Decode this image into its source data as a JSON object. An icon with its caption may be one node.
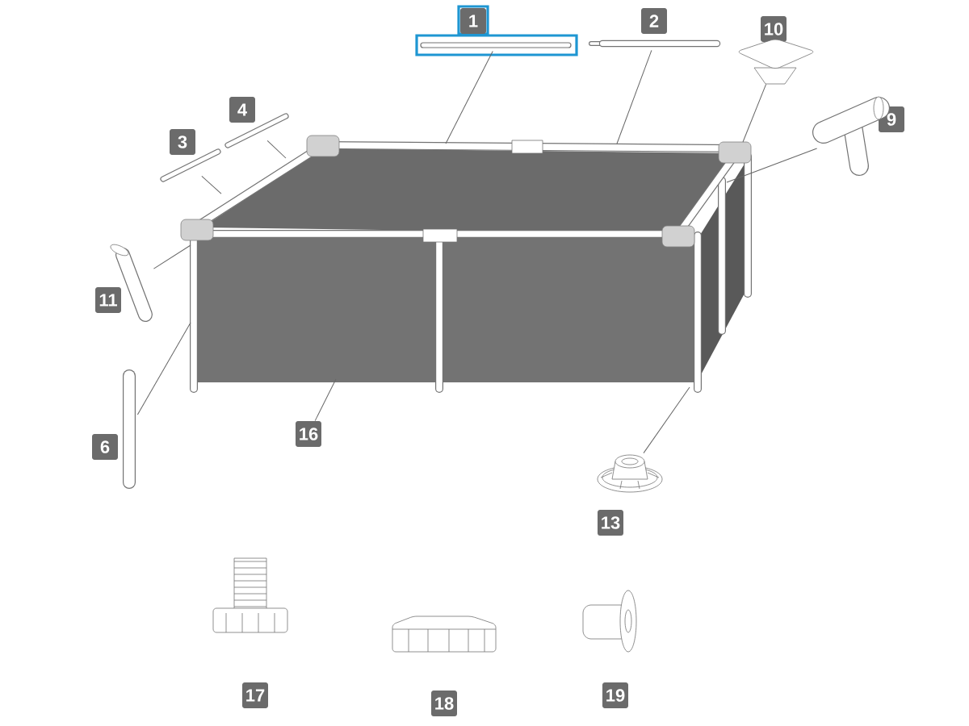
{
  "diagram": {
    "nodes": [
      {
        "text": [
          "1"
        ]
      },
      {
        "text": [],
        "shape": "picture"
      },
      {
        "text": [
          "2"
        ]
      },
      {
        "text": [],
        "shape": "picture"
      },
      {
        "text": [
          "10"
        ]
      },
      {
        "text": [],
        "shape": "picture"
      },
      {
        "text": [
          "9"
        ]
      },
      {
        "text": [],
        "shape": "picture"
      },
      {
        "text": [
          "4"
        ]
      },
      {
        "text": [],
        "shape": "picture"
      },
      {
        "text": [
          "3"
        ]
      },
      {
        "text": [],
        "shape": "picture"
      },
      {
        "text": [
          "11"
        ]
      },
      {
        "text": [],
        "shape": "picture"
      },
      {
        "text": [
          "6"
        ]
      },
      {
        "text": [],
        "shape": "picture"
      },
      {
        "text": [
          "16"
        ]
      },
      {
        "text": [
          "13"
        ]
      },
      {
        "text": [],
        "shape": "picture"
      },
      {
        "text": [],
        "shape": "picture"
      },
      {
        "text": [
          "17"
        ]
      },
      {
        "text": [],
        "shape": "picture"
      },
      {
        "text": [
          "18"
        ]
      },
      {
        "text": [],
        "shape": "picture"
      },
      {
        "text": [
          "19"
        ]
      }
    ],
    "edges": [
      {
        "from": 1,
        "to": null,
        "arrow": "none"
      },
      {
        "from": 3,
        "to": null,
        "arrow": "none"
      },
      {
        "from": 5,
        "to": null,
        "arrow": "none"
      },
      {
        "from": 7,
        "to": null,
        "arrow": "none"
      },
      {
        "from": 9,
        "to": null,
        "arrow": "none"
      },
      {
        "from": 11,
        "to": null,
        "arrow": "none"
      },
      {
        "from": 13,
        "to": null,
        "arrow": "none"
      },
      {
        "from": 15,
        "to": null,
        "arrow": "none"
      },
      {
        "from": 16,
        "to": null,
        "arrow": "none"
      },
      {
        "from": 18,
        "to": null,
        "arrow": "none"
      }
    ]
  }
}
